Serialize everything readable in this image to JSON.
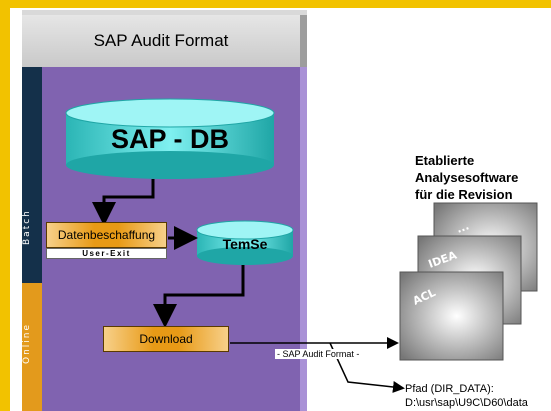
{
  "header": {
    "title": "SAP Audit Format"
  },
  "side_labels": {
    "batch": "Batch",
    "online": "Online"
  },
  "database": {
    "label": "SAP - DB"
  },
  "boxes": {
    "datenbeschaffung": "Datenbeschaffung",
    "user_exit": "User-Exit",
    "temse": "TemSe",
    "download": "Download"
  },
  "right": {
    "title_line1": "Etablierte",
    "title_line2": "Analysesoftware",
    "title_line3": "für die Revision",
    "cards": [
      "...",
      "IDEA",
      "ACL"
    ]
  },
  "connector_label": "- SAP Audit Format -",
  "path": {
    "line1": "Pfad (DIR_DATA):",
    "line2": "D:\\usr\\sap\\U9C\\D60\\data"
  },
  "colors": {
    "frame": "#f2c200",
    "panel": "#8063b0",
    "batch_bar": "#14304a",
    "online_bar": "#e39a1c",
    "cylinder": "#25c9c9"
  }
}
